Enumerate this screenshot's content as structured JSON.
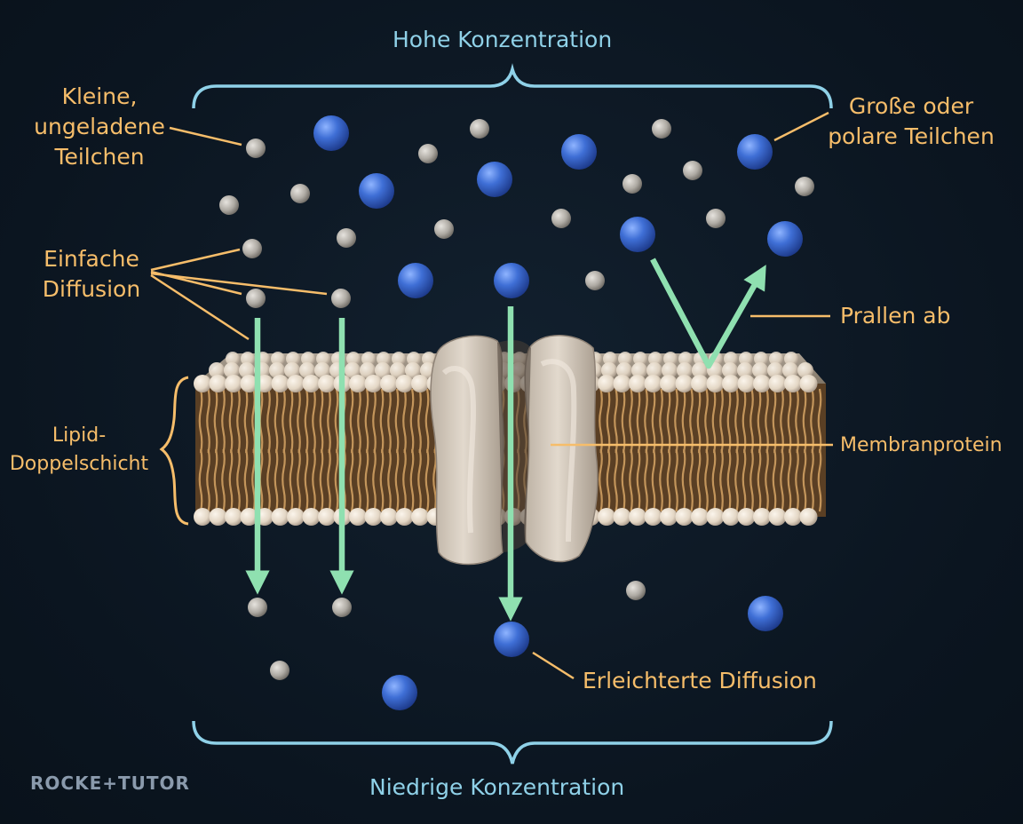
{
  "labels": {
    "high_concentration": "Hohe Konzentration",
    "low_concentration": "Niedrige Konzentration",
    "small_uncharged": [
      "Kleine,",
      "ungeladene",
      "Teilchen"
    ],
    "large_polar": [
      "Große oder",
      "polare Teilchen"
    ],
    "simple_diffusion": [
      "Einfache",
      "Diffusion"
    ],
    "bounce_off": "Prallen ab",
    "lipid_bilayer": [
      "Lipid-",
      "Doppelschicht"
    ],
    "membrane_protein": "Membranprotein",
    "facilitated_diffusion": "Erleichterte Diffusion"
  },
  "logo": "ROCKE+TUTOR",
  "colors": {
    "background": "#0c1621",
    "label_orange": "#f6bd6a",
    "bracket_blue": "#8fd1e8",
    "arrow_green": "#8fe0b0",
    "small_particle": "#b9b5ae",
    "large_particle": "#3f6fd6",
    "lipid_head": "#e8dccb",
    "lipid_tail": "#c89a60",
    "protein": "#d6ccbf"
  }
}
